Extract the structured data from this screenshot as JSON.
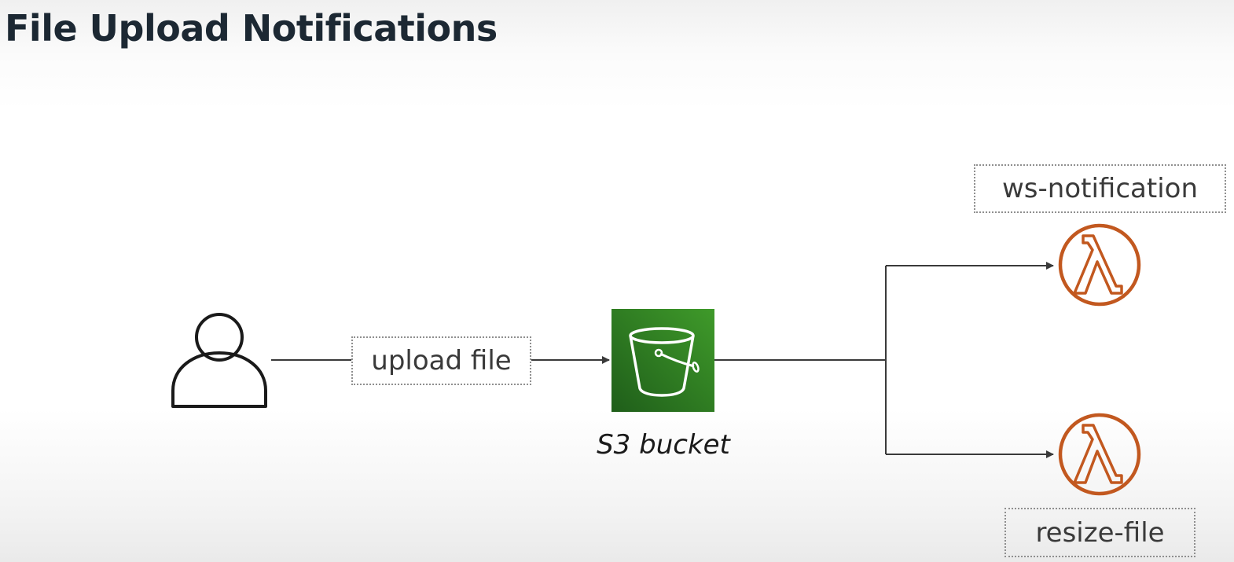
{
  "title": "File Upload Notifications",
  "nodes": {
    "user": {
      "icon": "user-icon"
    },
    "s3": {
      "icon": "s3-bucket-icon",
      "caption": "S3 bucket",
      "color": "#2e7d1e"
    },
    "lambda_ws": {
      "icon": "lambda-icon",
      "label": "ws-notification",
      "color": "#c2581f"
    },
    "lambda_resize": {
      "icon": "lambda-icon",
      "label": "resize-file",
      "color": "#c2581f"
    }
  },
  "edges": {
    "upload": {
      "label": "upload file"
    }
  }
}
